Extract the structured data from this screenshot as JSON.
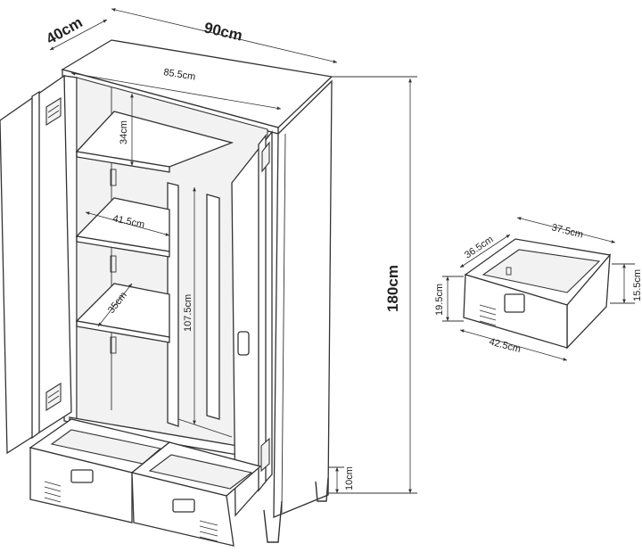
{
  "cabinet": {
    "width": "90cm",
    "depth": "40cm",
    "height": "180cm",
    "inner_width": "85.5cm",
    "shelf_gap": "34cm",
    "shelf_width": "41.5cm",
    "shelf_depth": "35cm",
    "hanging_height": "107.5cm",
    "leg_height": "10cm"
  },
  "drawer": {
    "outer_width": "42.5cm",
    "inner_width": "37.5cm",
    "depth": "36.5cm",
    "outer_height": "19.5cm",
    "inner_height": "15.5cm"
  }
}
